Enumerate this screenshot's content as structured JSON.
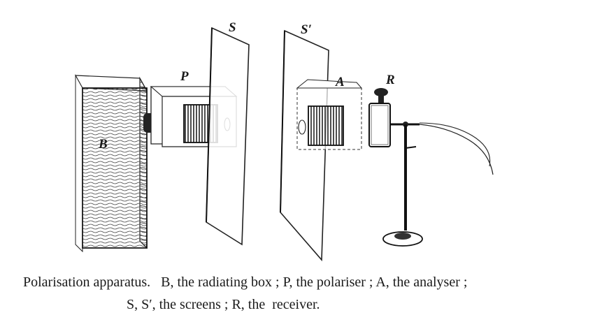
{
  "figure": {
    "labels": {
      "box": "B",
      "polariser": "P",
      "screen1": "S",
      "screen2": "S′",
      "analyser": "A",
      "receiver": "R"
    }
  },
  "caption": {
    "line1": "Polarisation apparatus.   B, the radiating box ; P, the polariser ; A, the analyser ;",
    "line2": "S, S′, the screens ; R, the  receiver."
  }
}
